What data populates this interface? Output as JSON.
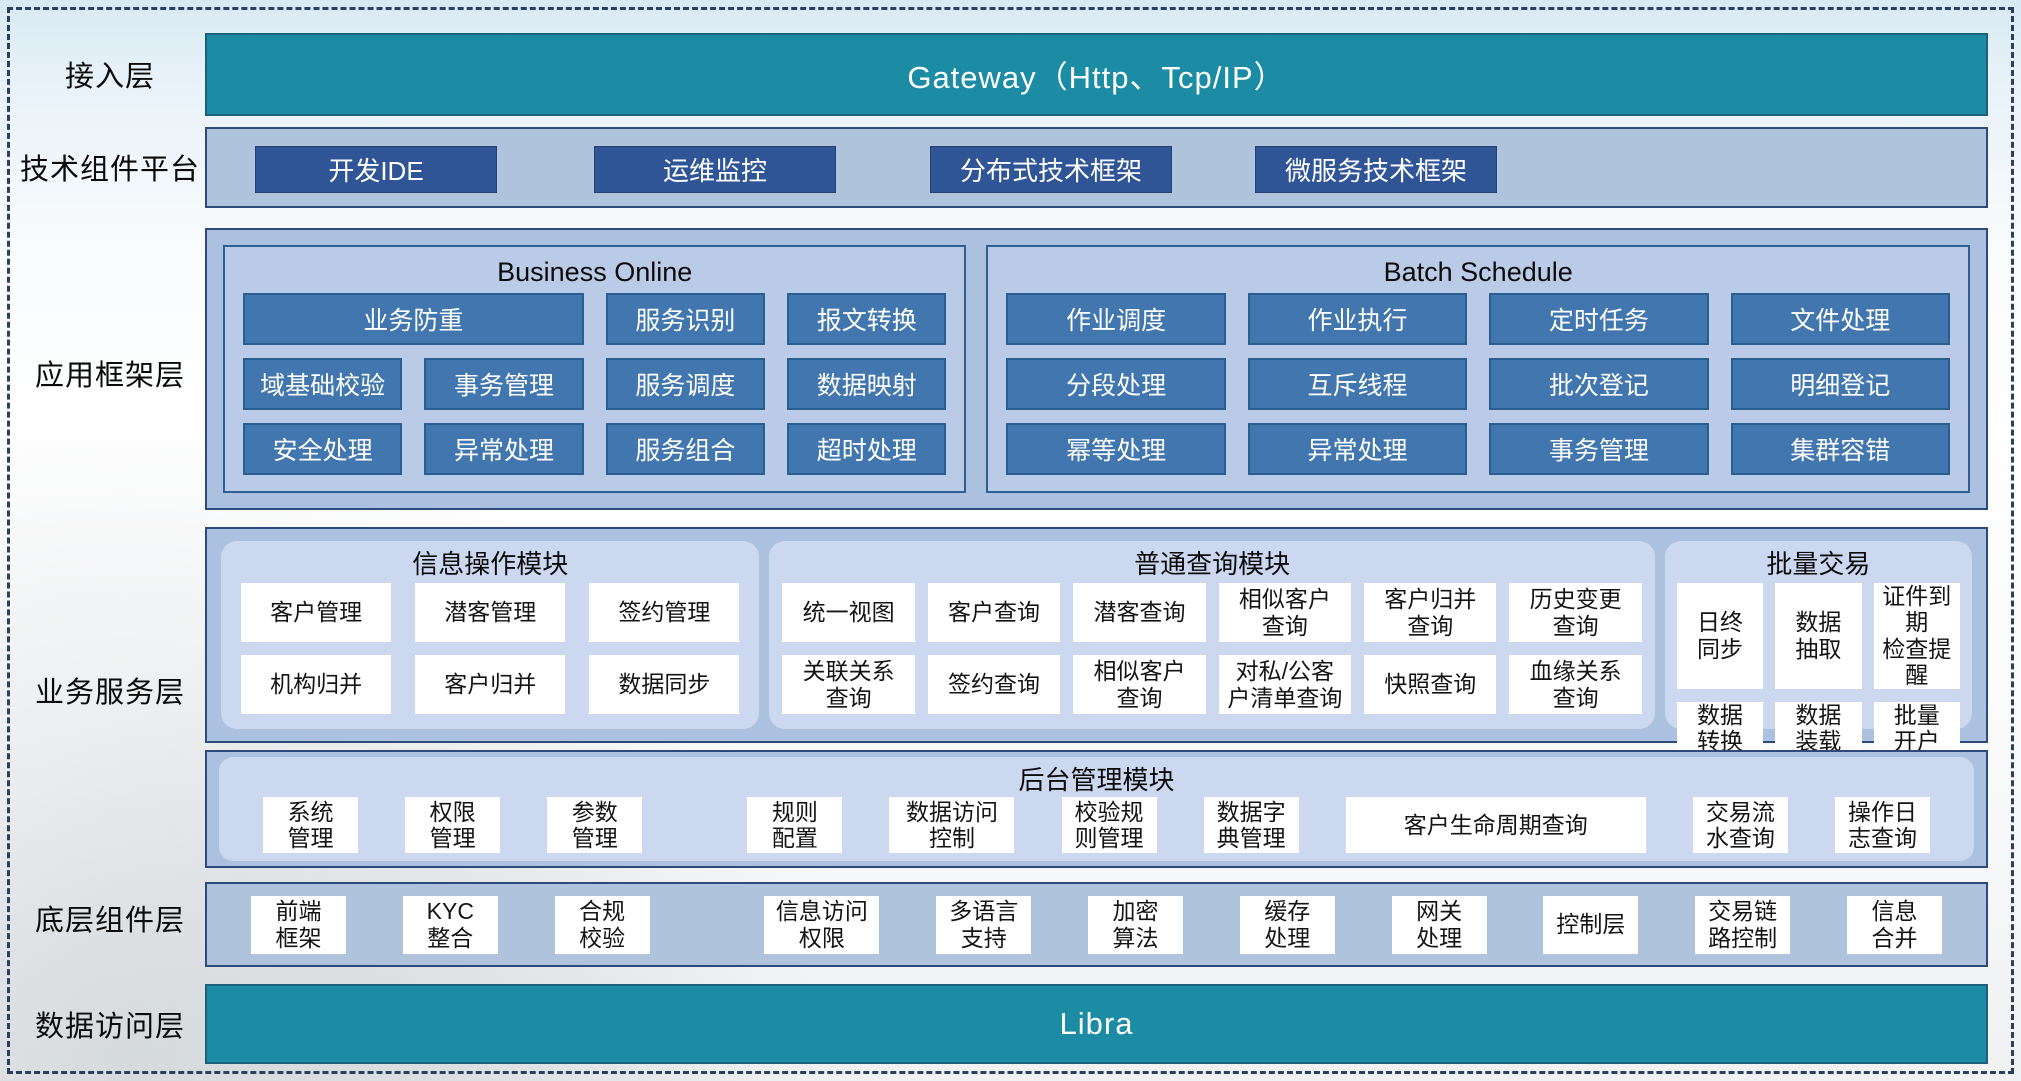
{
  "layers": {
    "access": {
      "label": "接入层",
      "gateway": "Gateway（Http、Tcp/IP）"
    },
    "tech": {
      "label": "技术组件平台",
      "items": [
        "开发IDE",
        "运维监控",
        "分布式技术框架",
        "微服务技术框架"
      ]
    },
    "framework": {
      "label": "应用框架层",
      "business_online": {
        "title": "Business Online",
        "row1": [
          "业务防重",
          "服务识别",
          "报文转换"
        ],
        "row2": [
          "域基础校验",
          "事务管理",
          "服务调度",
          "数据映射"
        ],
        "row3": [
          "安全处理",
          "异常处理",
          "服务组合",
          "超时处理"
        ]
      },
      "batch_schedule": {
        "title": "Batch Schedule",
        "row1": [
          "作业调度",
          "作业执行",
          "定时任务",
          "文件处理"
        ],
        "row2": [
          "分段处理",
          "互斥线程",
          "批次登记",
          "明细登记"
        ],
        "row3": [
          "幂等处理",
          "异常处理",
          "事务管理",
          "集群容错"
        ]
      }
    },
    "service": {
      "label": "业务服务层",
      "info_module": {
        "title": "信息操作模块",
        "row1": [
          "客户管理",
          "潜客管理",
          "签约管理"
        ],
        "row2": [
          "机构归并",
          "客户归并",
          "数据同步"
        ]
      },
      "query_module": {
        "title": "普通查询模块",
        "row1": [
          "统一视图",
          "客户查询",
          "潜客查询",
          "相似客户\n查询",
          "客户归并\n查询",
          "历史变更\n查询"
        ],
        "row2": [
          "关联关系\n查询",
          "签约查询",
          "相似客户\n查询",
          "对私/公客\n户清单查询",
          "快照查询",
          "血缘关系\n查询"
        ]
      },
      "batch_trade": {
        "title": "批量交易",
        "row1": [
          "日终\n同步",
          "数据\n抽取",
          "证件到期\n检查提醒"
        ],
        "row2": [
          "数据\n转换",
          "数据\n装载",
          "批量\n开户"
        ]
      },
      "admin_module": {
        "title": "后台管理模块",
        "items": [
          "系统\n管理",
          "权限\n管理",
          "参数\n管理",
          "规则\n配置",
          "数据访问\n控制",
          "校验规\n则管理",
          "数据字\n典管理",
          "客户生命周期查询",
          "交易流\n水查询",
          "操作日\n志查询"
        ]
      }
    },
    "base": {
      "label": "底层组件层",
      "items": [
        "前端\n框架",
        "KYC\n整合",
        "合规\n校验",
        "信息访问\n权限",
        "多语言\n支持",
        "加密\n算法",
        "缓存\n处理",
        "网关\n处理",
        "控制层",
        "交易链\n路控制",
        "信息\n合并"
      ]
    },
    "data_access": {
      "label": "数据访问层",
      "bar": "Libra"
    }
  },
  "colors": {
    "teal": "#1b8ca3",
    "navy_border": "#2d4a7a",
    "steel_band": "#afc3dc",
    "dark_blue_button": "#2f5597",
    "panel_fill": "#abc1df",
    "subpanel_fill": "#b9cbe7",
    "subpanel_border": "#2d6092",
    "mid_blue_button": "#4176ae",
    "module_fill": "#ccd8f0",
    "cell_fill": "#ffffff"
  }
}
